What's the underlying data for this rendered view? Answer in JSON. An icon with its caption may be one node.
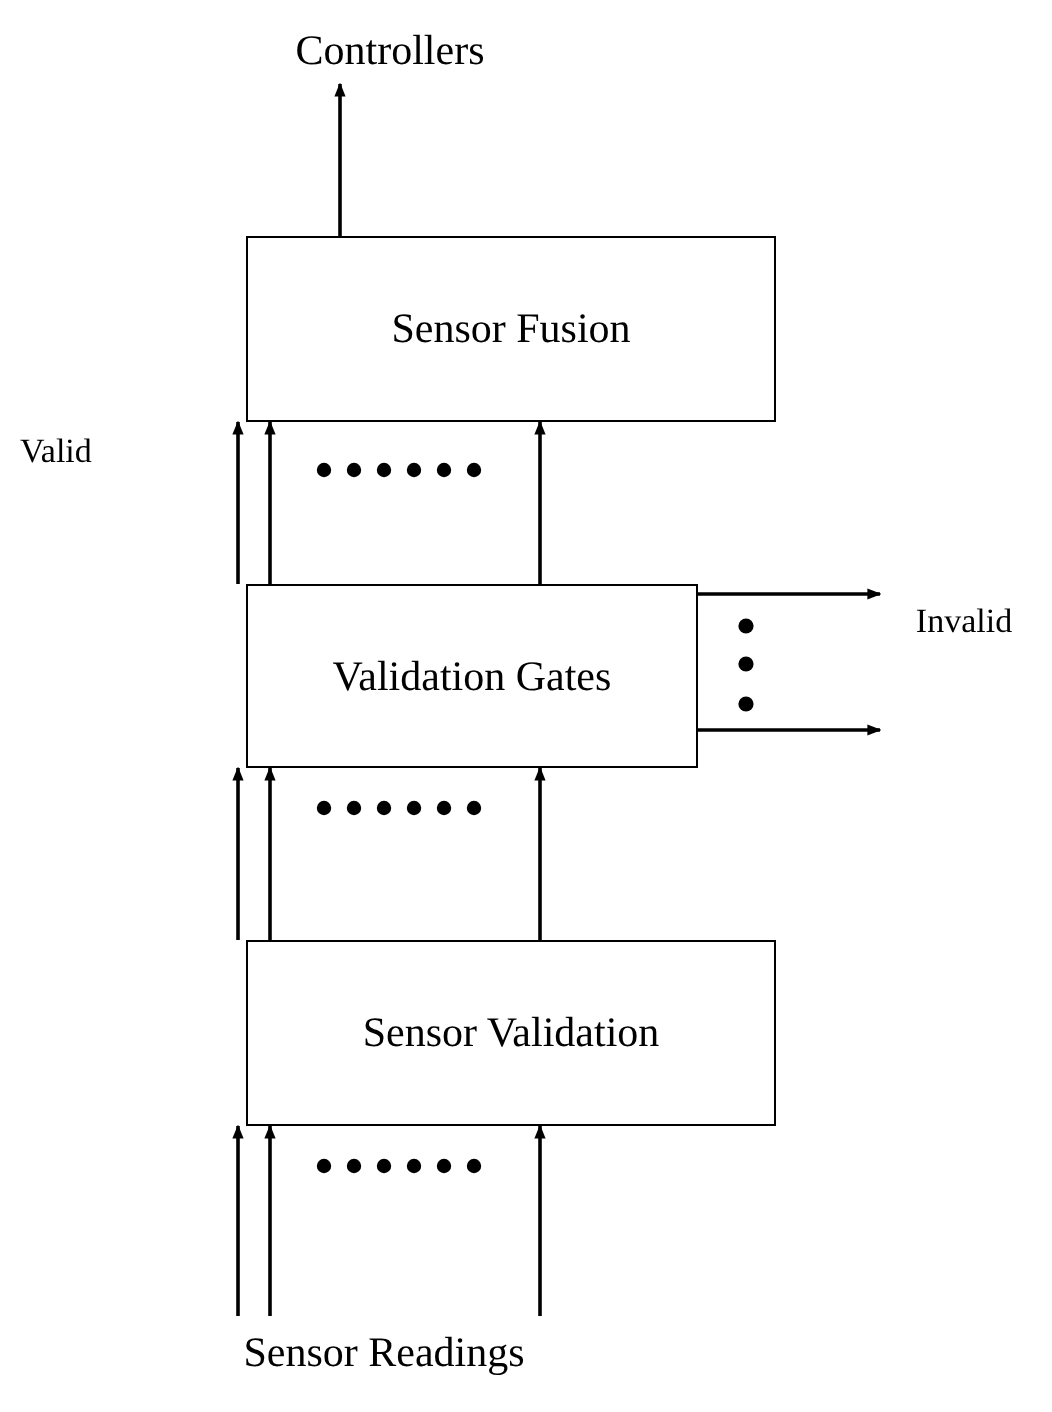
{
  "diagram": {
    "nodes": [
      {
        "text": [
          "Controllers"
        ]
      },
      {
        "text": [
          "Sensor Fusion"
        ]
      },
      {
        "text": [
          "Validation Gates"
        ]
      },
      {
        "text": [
          "Sensor Validation"
        ]
      },
      {
        "text": [
          "Sensor Readings"
        ]
      },
      {
        "text": [
          "Invalid"
        ]
      }
    ],
    "edges": [
      {
        "from": 1,
        "to": 0,
        "arrow": "to"
      },
      {
        "from": 2,
        "to": 1,
        "arrow": "to",
        "label": "Valid"
      },
      {
        "from": 2,
        "to": 1,
        "arrow": "to"
      },
      {
        "from": 2,
        "to": 1,
        "arrow": "to"
      },
      {
        "from": 2,
        "to": 5,
        "arrow": "to"
      },
      {
        "from": 2,
        "to": 5,
        "arrow": "to"
      },
      {
        "from": 3,
        "to": 2,
        "arrow": "to"
      },
      {
        "from": 3,
        "to": 2,
        "arrow": "to"
      },
      {
        "from": 3,
        "to": 2,
        "arrow": "to"
      },
      {
        "from": 4,
        "to": 3,
        "arrow": "to"
      },
      {
        "from": 4,
        "to": 3,
        "arrow": "to"
      },
      {
        "from": 4,
        "to": 3,
        "arrow": "to"
      }
    ]
  }
}
